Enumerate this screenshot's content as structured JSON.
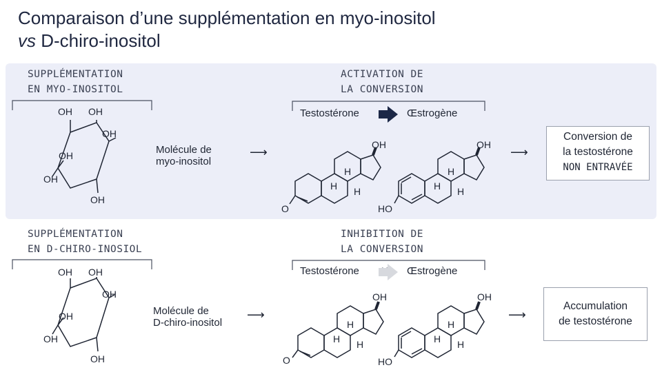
{
  "title": {
    "line1": "Comparaison d’une supplémentation en myo-inositol",
    "line2_italic": "vs",
    "line2_rest": " D-chiro-inositol"
  },
  "top": {
    "supp_line1": "SUPPLÉMENTATION",
    "supp_line2": "EN MYO-INOSITOL",
    "molecule_line1": "Molécule de",
    "molecule_line2": "myo-inositol",
    "action_line1": "ACTIVATION DE",
    "action_line2": "LA CONVERSION",
    "from": "Testostérone",
    "to": "Œstrogène",
    "result_line1": "Conversion de",
    "result_line2": "la testostérone",
    "result_line3": "NON ENTRAVÉE"
  },
  "bottom": {
    "supp_line1": "SUPPLÉMENTATION",
    "supp_line2": "EN D-CHIRO-INOSIOL",
    "molecule_line1": "Molécule de",
    "molecule_line2": "D-chiro-inositol",
    "action_line1": "INHIBITION DE",
    "action_line2": "LA CONVERSION",
    "from": "Testostérone",
    "blocked": "X",
    "to": "Œstrogène",
    "result_line1": "Accumulation",
    "result_line2": "de testostérone"
  },
  "arrow": "⟶",
  "atoms": {
    "oh": "OH",
    "ho": "HO",
    "h": "H",
    "o": "O"
  },
  "colors": {
    "panel": "#eceef8",
    "ink": "#1f2533",
    "accent": "#1c2847",
    "blocked_arrow": "#d7d9de"
  }
}
